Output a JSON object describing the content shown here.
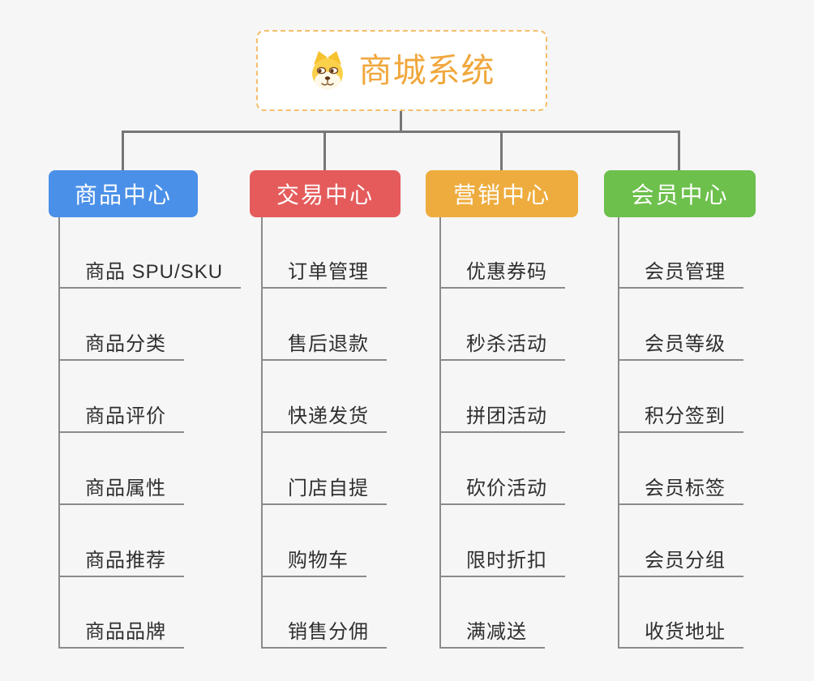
{
  "canvas": {
    "background": "#f5f6f5",
    "tree_connector_color": "#767676",
    "branch_line_color": "#8b8b8b"
  },
  "root": {
    "title": "商城系统",
    "title_color": "#f0a73c",
    "border_color": "#f3be6b",
    "icon": "dog-face-icon"
  },
  "branches": [
    {
      "label": "商品中心",
      "color": "#4b90e8",
      "items": [
        "商品 SPU/SKU",
        "商品分类",
        "商品评价",
        "商品属性",
        "商品推荐",
        "商品品牌"
      ]
    },
    {
      "label": "交易中心",
      "color": "#e55b5b",
      "items": [
        "订单管理",
        "售后退款",
        "快递发货",
        "门店自提",
        "购物车",
        "销售分佣"
      ]
    },
    {
      "label": "营销中心",
      "color": "#eeac3e",
      "items": [
        "优惠券码",
        "秒杀活动",
        "拼团活动",
        "砍价活动",
        "限时折扣",
        "满减送"
      ]
    },
    {
      "label": "会员中心",
      "color": "#6dc04c",
      "items": [
        "会员管理",
        "会员等级",
        "积分签到",
        "会员标签",
        "会员分组",
        "收货地址"
      ]
    }
  ]
}
